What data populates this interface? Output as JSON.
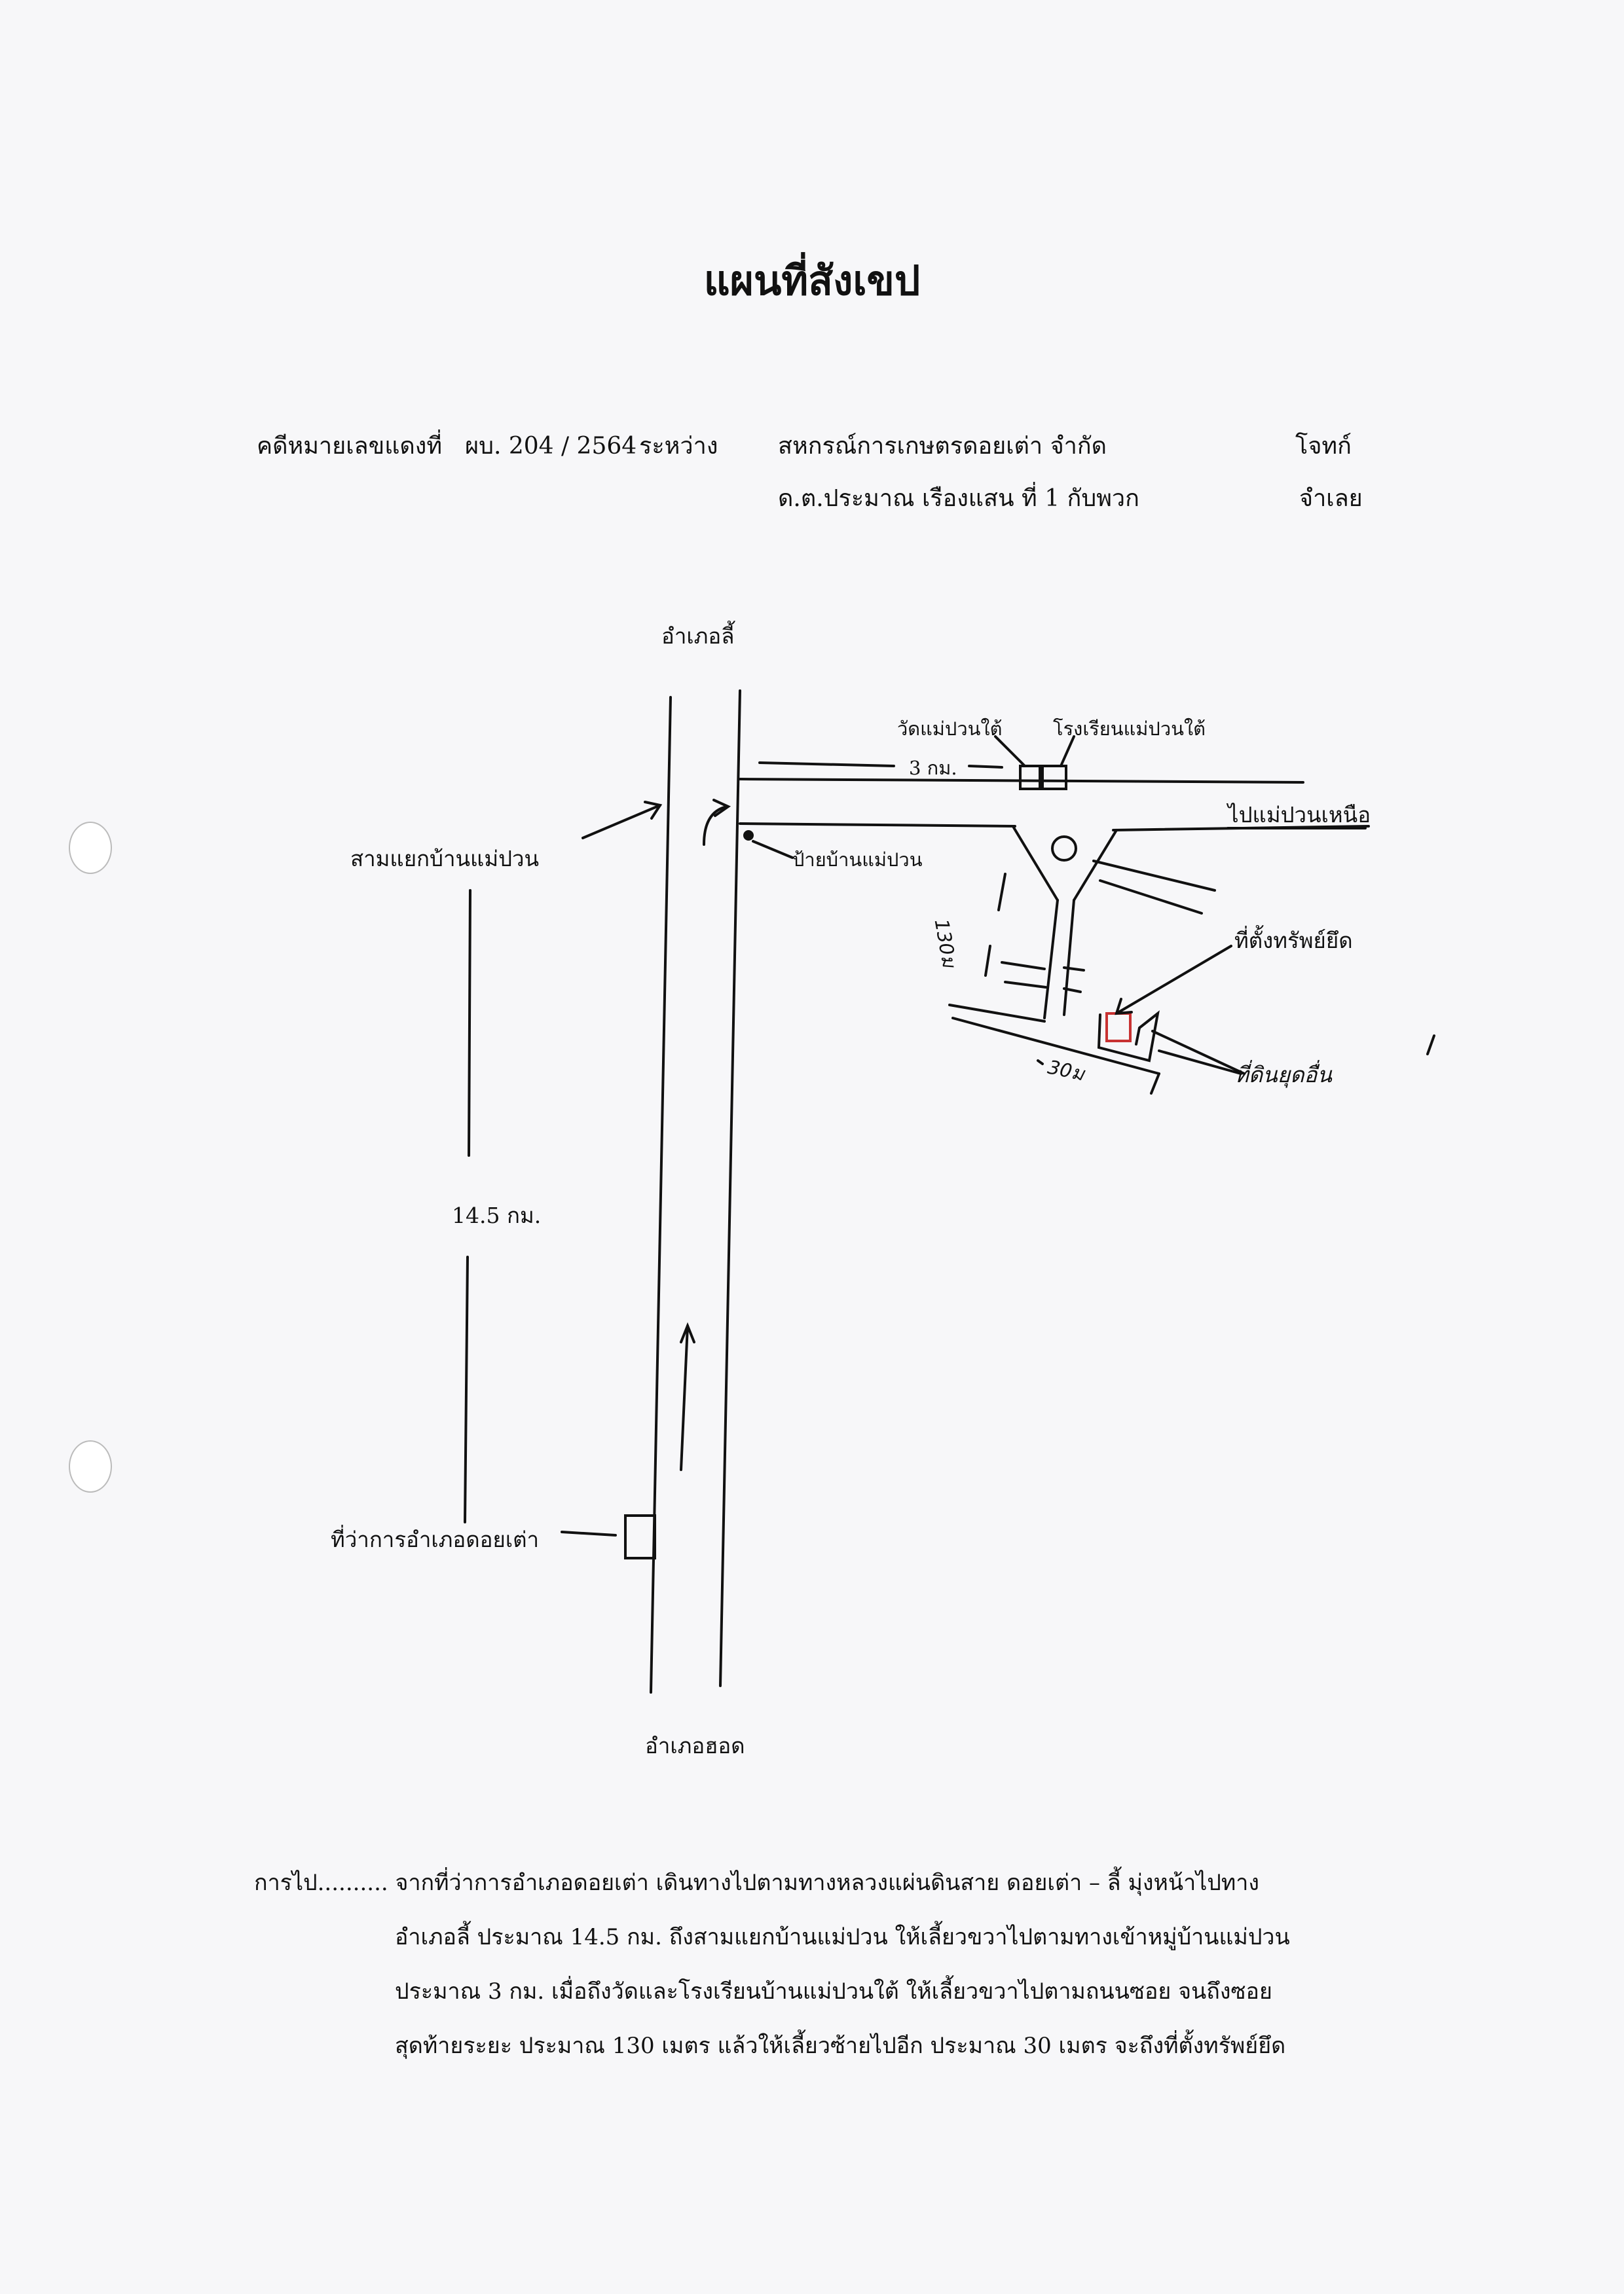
{
  "title": "แผนที่สังเขป",
  "case": {
    "label": "คดีหมายเลขแดงที่",
    "number": "ผบ. 204 / 2564",
    "between": "ระหว่าง",
    "plaintiff": "สหกรณ์การเกษตรดอยเต่า  จำกัด",
    "plaintiff_role": "โจทก์",
    "defendant": "ด.ต.ประมาณ  เรืองแสน   ที่ 1   กับพวก",
    "defendant_role": "จำเลย"
  },
  "map": {
    "north": "อำเภอลี้",
    "south": "อำเภอฮอด",
    "junction": "สามแยกบ้านแม่ปวน",
    "distance_main": "14.5  กม.",
    "district_office": "ที่ว่าการอำเภอดอยเต่า",
    "village_sign": "ป้ายบ้านแม่ปวน",
    "temple": "วัดแม่ปวนใต้",
    "school": "โรงเรียนแม่ปวนใต้",
    "distance_branch": "3 กม.",
    "to_north": "ไปแม่ปวนเหนือ",
    "property": "ที่ตั้งทรัพย์ยึด",
    "dist_130": "130ม",
    "dist_30": "30ม",
    "handwritten_note": "ที่ดินยุดอื่น"
  },
  "directions": {
    "lead": "การไป..........",
    "line1": "จากที่ว่าการอำเภอดอยเต่า   เดินทางไปตามทางหลวงแผ่นดินสาย ดอยเต่า – ลี้     มุ่งหน้าไปทาง",
    "line2": "อำเภอลี้  ประมาณ  14.5 กม.  ถึงสามแยกบ้านแม่ปวน   ให้เลี้ยวขวาไปตามทางเข้าหมู่บ้านแม่ปวน",
    "line3": "ประมาณ  3  กม.   เมื่อถึงวัดและโรงเรียนบ้านแม่ปวนใต้   ให้เลี้ยวขวาไปตามถนนซอย จนถึงซอย",
    "line4": "สุดท้ายระยะ  ประมาณ   130 เมตร   แล้วให้เลี้ยวซ้ายไปอีก  ประมาณ  30  เมตร   จะถึงที่ตั้งทรัพย์ยึด"
  }
}
